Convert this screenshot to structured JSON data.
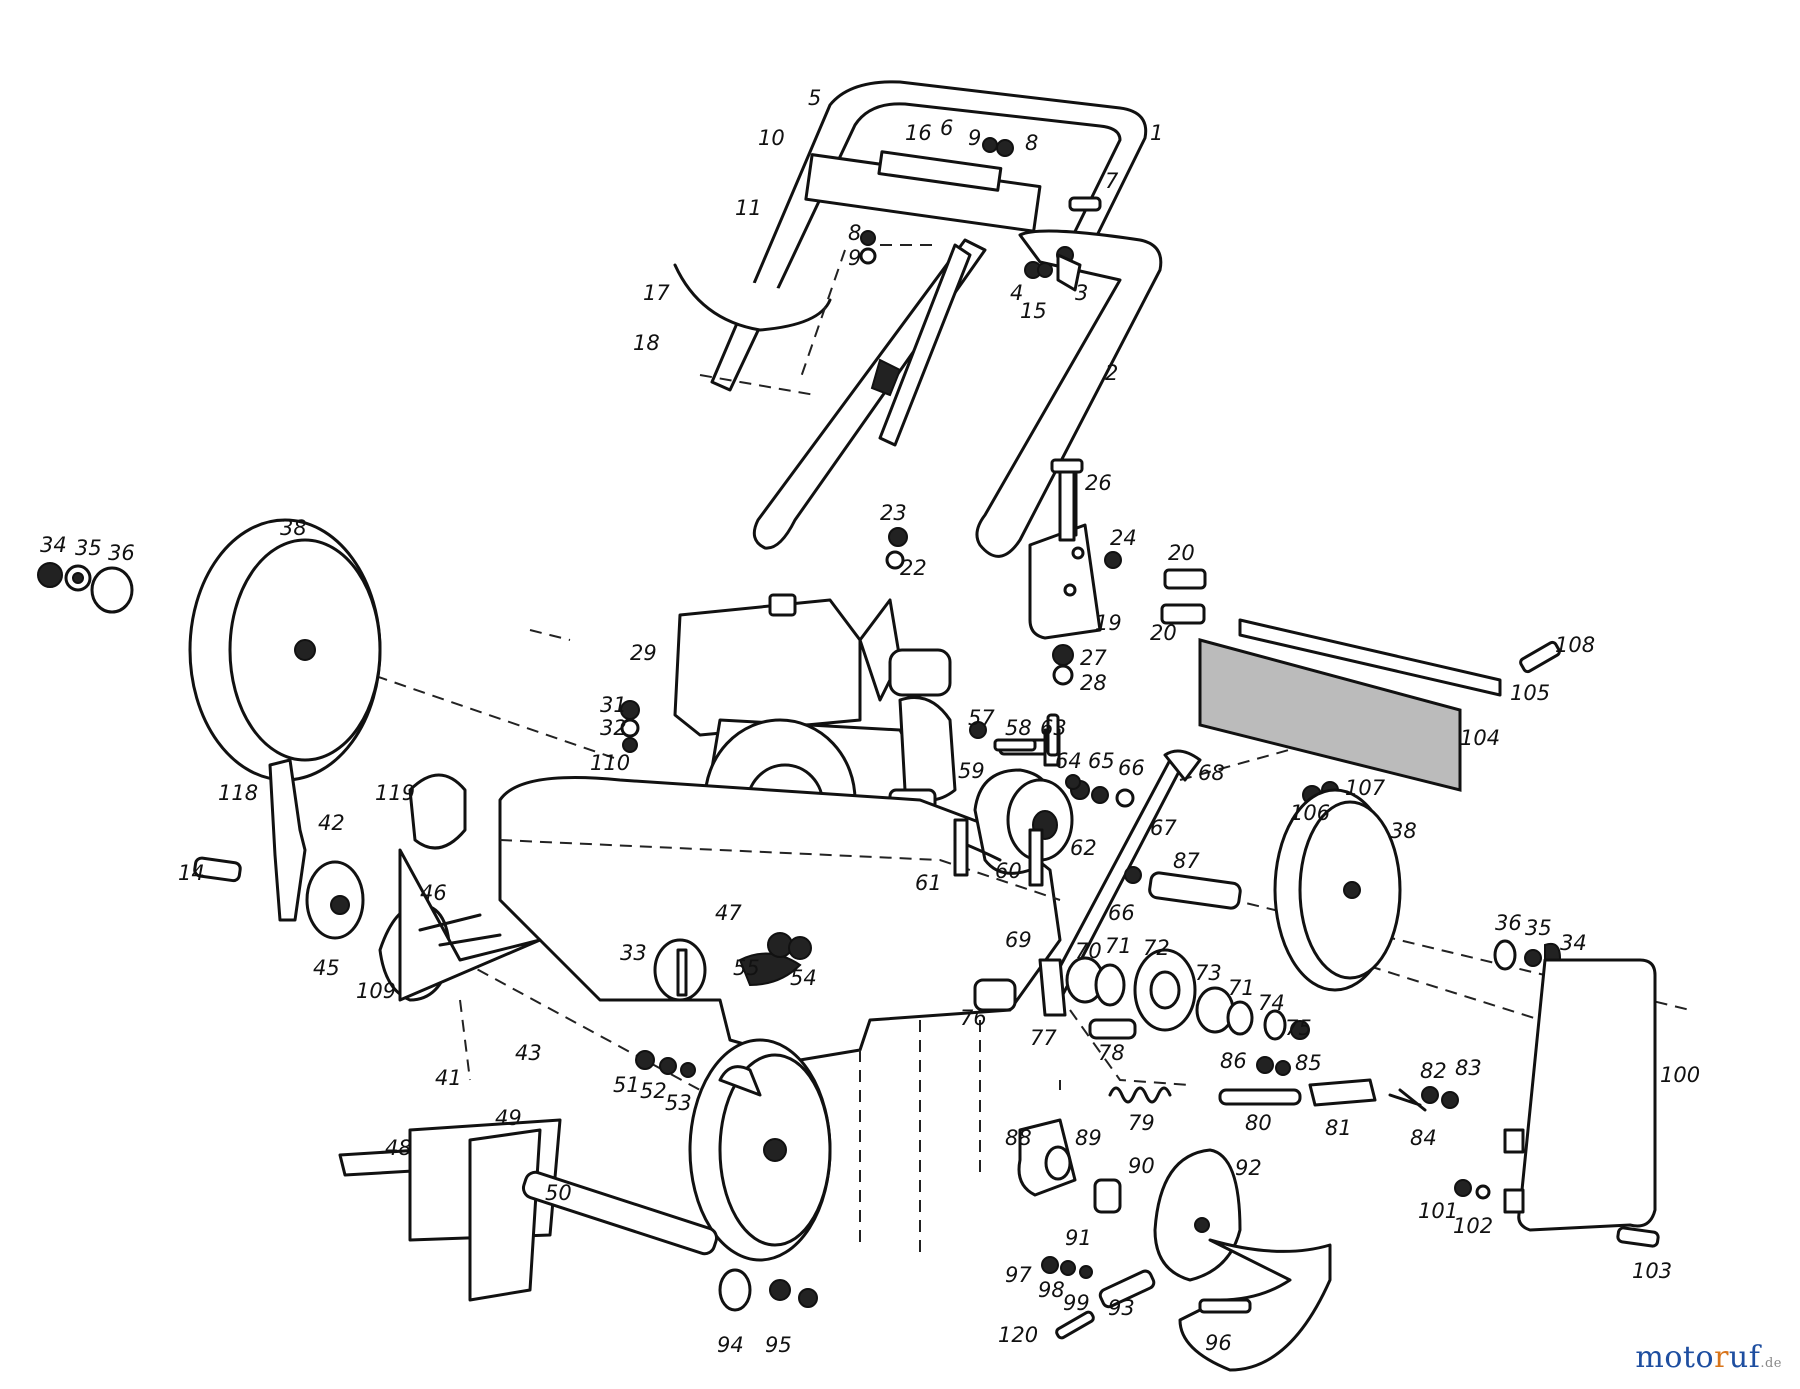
{
  "diagram": {
    "part_numbers": [
      "1",
      "2",
      "3",
      "4",
      "5",
      "6",
      "7",
      "8",
      "8",
      "9",
      "9",
      "10",
      "11",
      "14",
      "15",
      "16",
      "17",
      "18",
      "19",
      "20",
      "20",
      "22",
      "23",
      "24",
      "26",
      "27",
      "28",
      "29",
      "31",
      "32",
      "33",
      "34",
      "34",
      "35",
      "35",
      "36",
      "36",
      "38",
      "38",
      "41",
      "42",
      "43",
      "45",
      "46",
      "47",
      "48",
      "49",
      "50",
      "51",
      "52",
      "53",
      "54",
      "55",
      "57",
      "58",
      "59",
      "60",
      "61",
      "62",
      "63",
      "64",
      "65",
      "66",
      "66",
      "67",
      "68",
      "69",
      "70",
      "71",
      "71",
      "72",
      "73",
      "74",
      "75",
      "76",
      "77",
      "78",
      "79",
      "80",
      "81",
      "82",
      "83",
      "84",
      "85",
      "86",
      "87",
      "88",
      "89",
      "90",
      "91",
      "92",
      "93",
      "94",
      "95",
      "96",
      "97",
      "98",
      "99",
      "100",
      "101",
      "102",
      "103",
      "104",
      "105",
      "106",
      "107",
      "108",
      "109",
      "110",
      "118",
      "119",
      "120"
    ]
  },
  "watermark": {
    "part1": "moto",
    "part2": "r",
    "part3": "uf",
    "part4": ".de"
  }
}
